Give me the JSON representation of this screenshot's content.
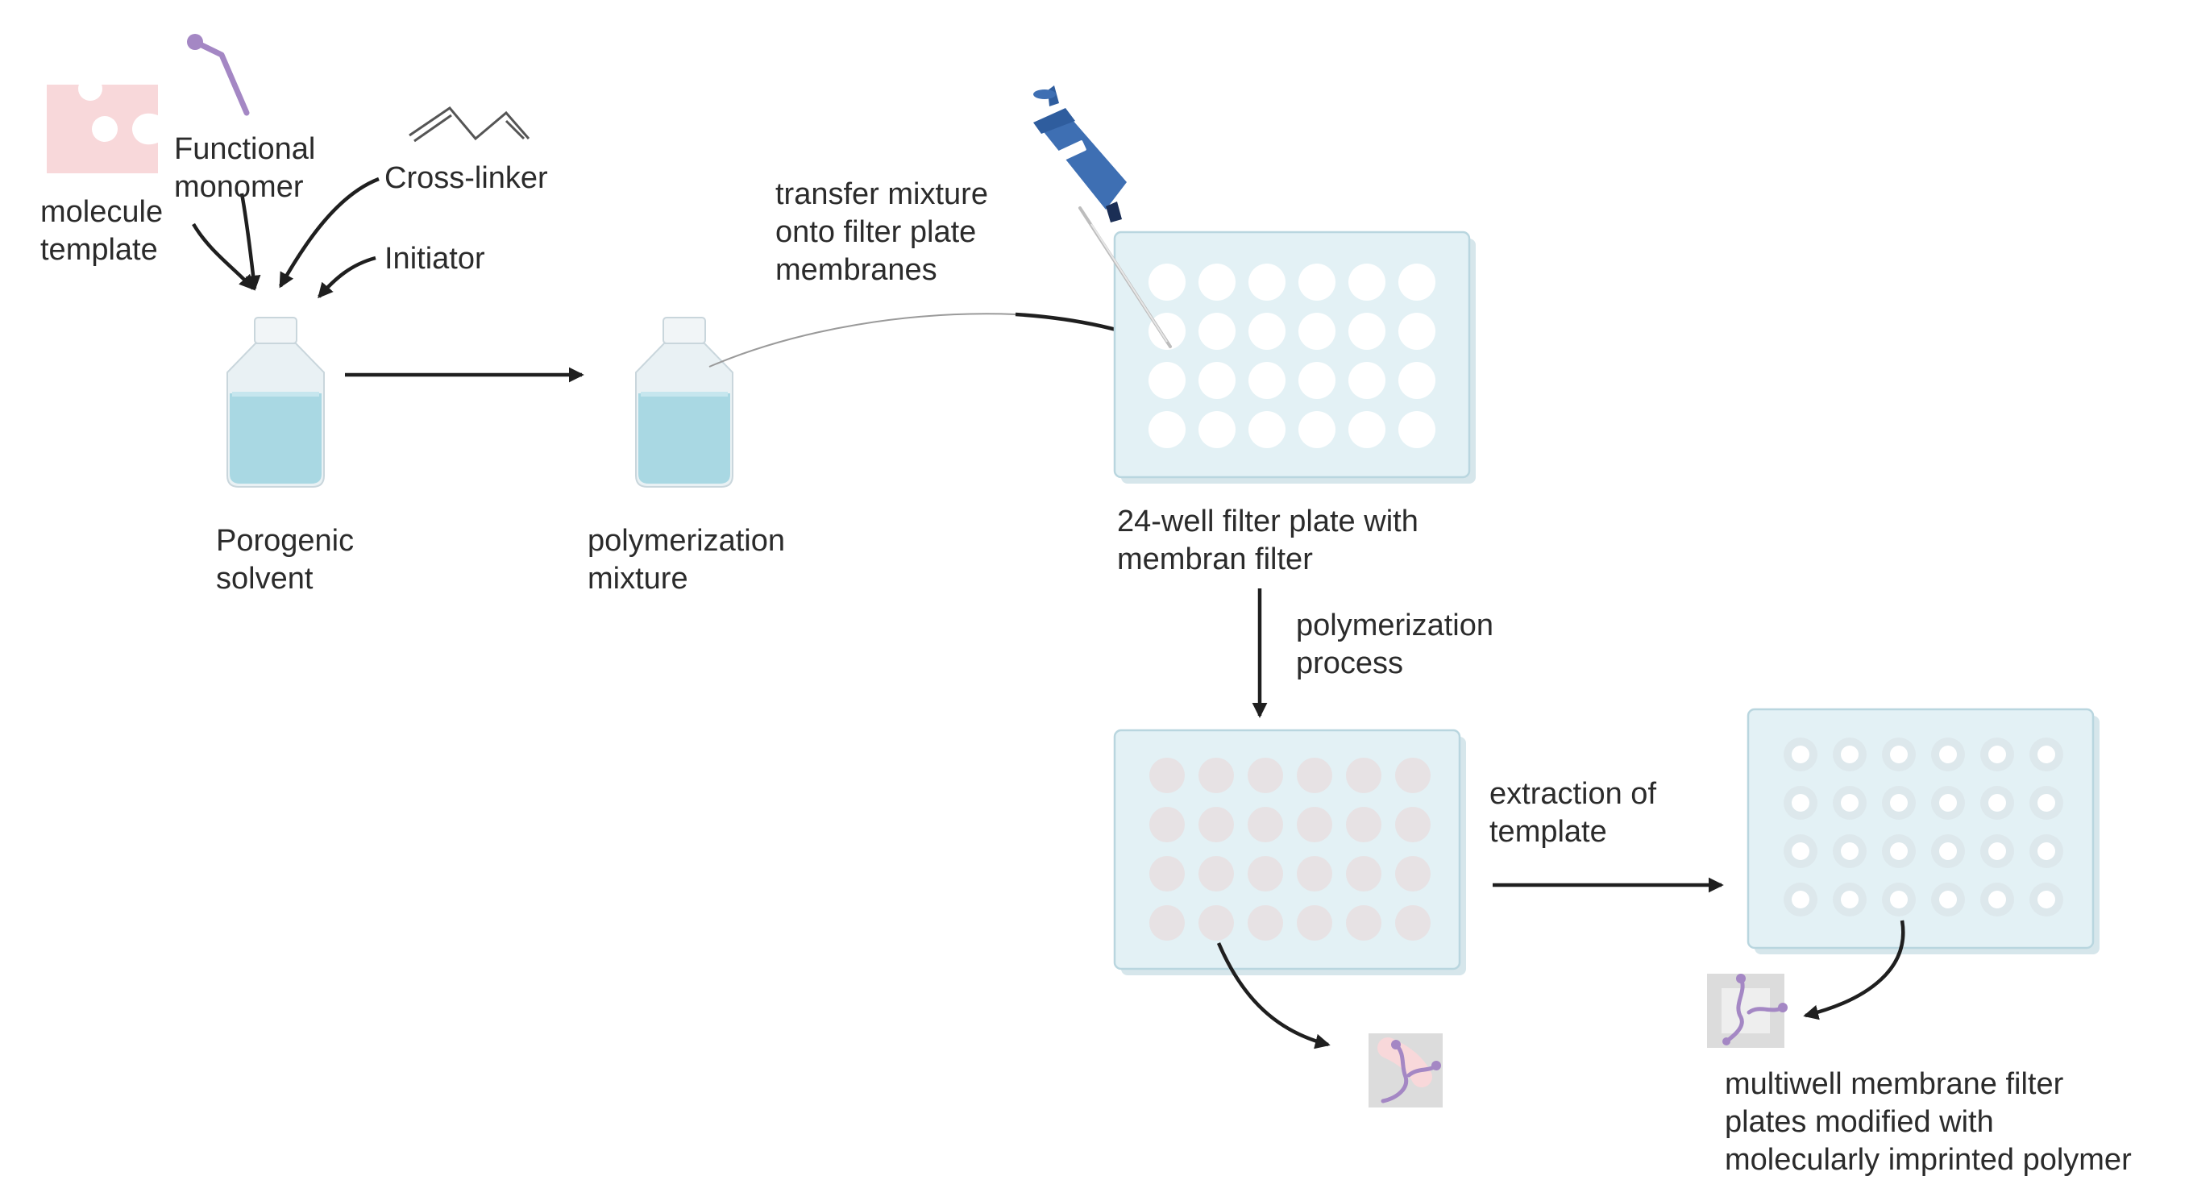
{
  "labels": {
    "molecule_template": [
      "molecule",
      "template"
    ],
    "functional_monomer": [
      "Functional",
      "monomer"
    ],
    "cross_linker": [
      "Cross-linker"
    ],
    "initiator": [
      "Initiator"
    ],
    "porogenic_solvent": [
      "Porogenic",
      "solvent"
    ],
    "polymerization_mixture": [
      "polymerization",
      "mixture"
    ],
    "transfer_step": [
      "transfer mixture",
      "onto filter plate",
      "membranes"
    ],
    "filter_plate": [
      "24-well filter plate with",
      "membran filter"
    ],
    "polymerization_process": [
      "polymerization",
      "process"
    ],
    "extraction_step": [
      "extraction of",
      "template"
    ],
    "final_product": [
      "multiwell membrane filter",
      "plates modified with",
      "molecularly imprinted polymer"
    ]
  },
  "colors": {
    "arrow": "#1f1f1f",
    "plate_fill": "#e3f1f5",
    "plate_edge": "#b9d6df",
    "liquid": "#a9d8e3",
    "bottle_glass": "#e9f1f4",
    "template_pink": "#f8d8da",
    "monomer_purple": "#a487c4",
    "pipette_blue": "#3e6fb3",
    "polymer_cell_gray": "#dcdcdc"
  },
  "icons": {
    "template": "puzzle-piece-icon",
    "monomer": "monomer-icon",
    "crosslinker": "crosslinker-structure-icon",
    "bottle": "bottle-icon",
    "pipette": "pipette-icon",
    "well_plate": "well-plate-icon",
    "polymer": "imprinted-polymer-icon"
  },
  "plate": {
    "rows": 4,
    "cols": 6
  }
}
